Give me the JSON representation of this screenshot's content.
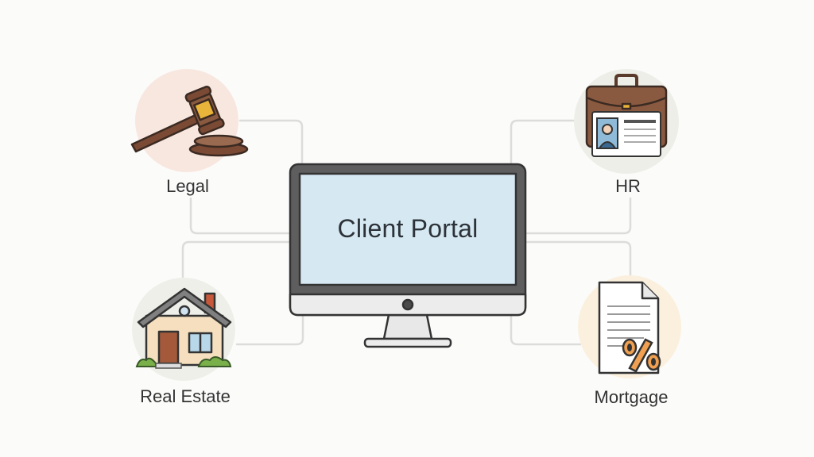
{
  "diagram": {
    "center": {
      "title": "Client Portal",
      "icon": "desktop-monitor-icon"
    },
    "nodes": [
      {
        "label": "Legal",
        "icon": "gavel-icon",
        "circle_color": "#f8e7df",
        "position": "top-left"
      },
      {
        "label": "HR",
        "icon": "briefcase-id-card-icon",
        "circle_color": "#eeeee8",
        "position": "top-right"
      },
      {
        "label": "Real Estate",
        "icon": "house-icon",
        "circle_color": "#efefea",
        "position": "bottom-left"
      },
      {
        "label": "Mortgage",
        "icon": "document-percent-icon",
        "circle_color": "#fbf0de",
        "position": "bottom-right"
      }
    ],
    "colors": {
      "background": "#fbfbfa",
      "connector": "#dcdcda",
      "screen": "#d6e8f2",
      "bezel": "#5a5a5a"
    }
  }
}
